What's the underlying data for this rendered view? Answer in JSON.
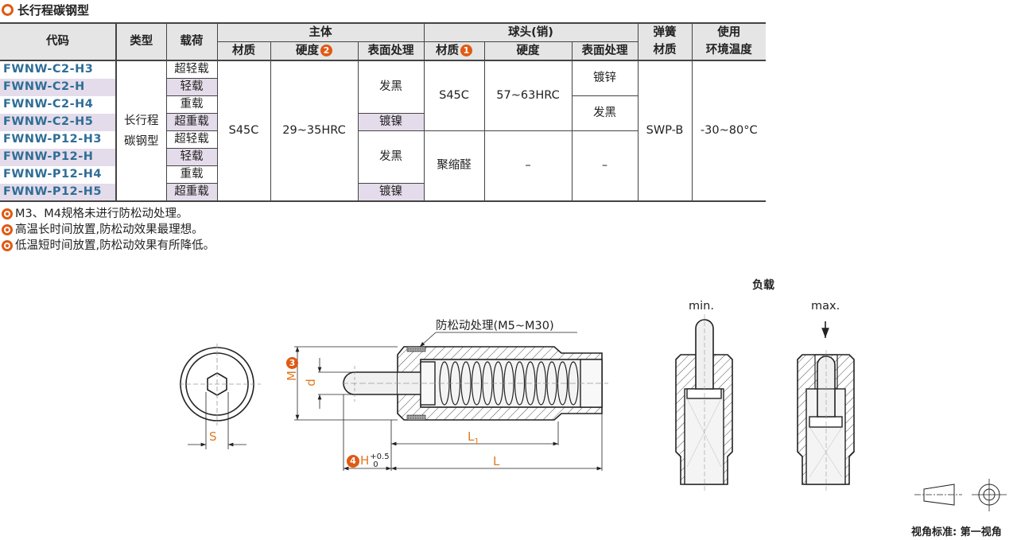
{
  "title": "长行程碳钢型",
  "table": {
    "headers": {
      "code": "代码",
      "type": "类型",
      "load": "载荷",
      "body_group": "主体",
      "body_material": "材质",
      "body_hardness": "硬度",
      "body_hardness_note": "2",
      "body_surface": "表面处理",
      "ball_group": "球头(销)",
      "ball_material": "材质",
      "ball_material_note": "1",
      "ball_hardness": "硬度",
      "ball_surface": "表面处理",
      "spring_group": "弹簧",
      "spring_material": "材质",
      "env_group": "使用",
      "env_temp": "环境温度"
    },
    "rows": [
      {
        "code": "FWNW-C2-H3",
        "load": "超轻载"
      },
      {
        "code": "FWNW-C2-H",
        "load": "轻载"
      },
      {
        "code": "FWNW-C2-H4",
        "load": "重载"
      },
      {
        "code": "FWNW-C2-H5",
        "load": "超重载"
      },
      {
        "code": "FWNW-P12-H3",
        "load": "超轻载"
      },
      {
        "code": "FWNW-P12-H",
        "load": "轻载"
      },
      {
        "code": "FWNW-P12-H4",
        "load": "重载"
      },
      {
        "code": "FWNW-P12-H5",
        "load": "超重载"
      }
    ],
    "type_line1": "长行程",
    "type_line2": "碳钢型",
    "body_material": "S45C",
    "body_hardness": "29~35HRC",
    "body_surface_1": "发黑",
    "body_surface_2": "镀镍",
    "body_surface_3": "发黑",
    "body_surface_4": "镀镍",
    "ball_material_1": "S45C",
    "ball_material_2": "聚缩醛",
    "ball_hardness_1": "57~63HRC",
    "ball_hardness_2": "–",
    "ball_surface_1": "镀锌",
    "ball_surface_2": "发黑",
    "ball_surface_3": "–",
    "spring_material": "SWP-B",
    "env_temp": "-30~80°C"
  },
  "notes": [
    "M3、M4规格未进行防松动处理。",
    "高温长时间放置,防松动效果最理想。",
    "低温短时间放置,防松动效果有所降低。"
  ],
  "drawing": {
    "dim_S": "S",
    "dim_M": "M",
    "dim_M_note": "3",
    "dim_d": "d",
    "dim_H": "H",
    "dim_H_note": "4",
    "dim_H_tol_upper": "+0.5",
    "dim_H_tol_lower": "0",
    "dim_L1": "L1",
    "dim_L": "L",
    "callout": "防松动处理(M5~M30)"
  },
  "load_diagram": {
    "title": "负载",
    "min_label": "min.",
    "max_label": "max."
  },
  "projection": {
    "label": "视角标准: 第一视角"
  },
  "colors": {
    "accent": "#e05a13",
    "code_blue": "#2f6e97",
    "row_stripe": "#e4dcea",
    "header_bg": "#e5e5e5"
  }
}
